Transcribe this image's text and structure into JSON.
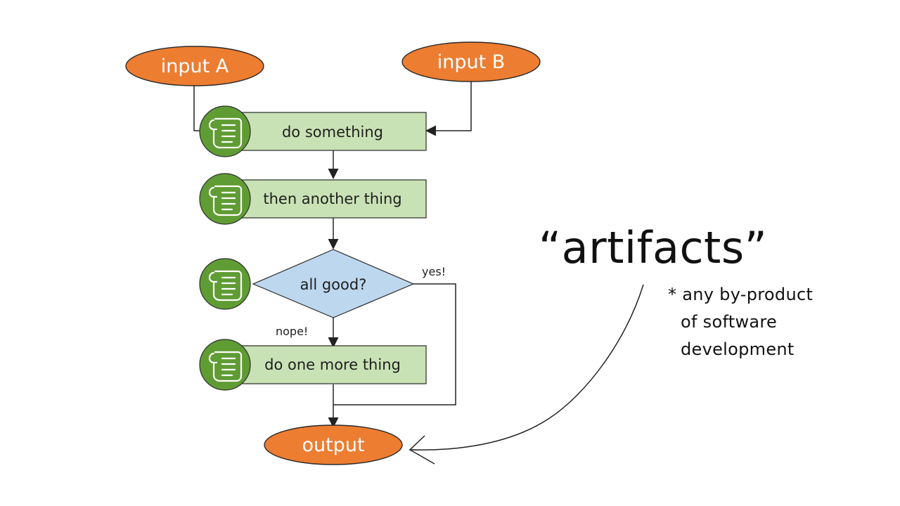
{
  "flow": {
    "input_a": "input A",
    "input_b": "input B",
    "step_1": "do something",
    "step_2": "then another thing",
    "decision": "all good?",
    "decision_yes": "yes!",
    "decision_no": "nope!",
    "step_3": "do one more thing",
    "output": "output"
  },
  "annotation": {
    "title": "“artifacts”",
    "note_line_1": "* any by-product",
    "note_line_2": "of software",
    "note_line_3": "development"
  },
  "colors": {
    "terminal": "#ED7D31",
    "step_fill": "#C9E2B5",
    "icon_circle": "#5F9C33",
    "decision_fill": "#BDD7EE"
  },
  "icons": {
    "step_icon": "scroll-icon"
  }
}
